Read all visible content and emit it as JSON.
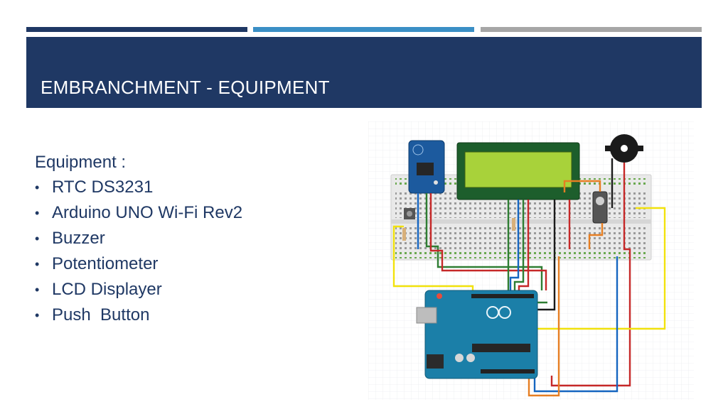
{
  "slide": {
    "title": "EMBRANCHMENT - EQUIPMENT",
    "equipment_heading": "Equipment :",
    "bullet_glyph": "•",
    "equipment_items": [
      "RTC DS3231",
      "Arduino UNO Wi-Fi Rev2",
      "Buzzer",
      "Potentiometer",
      "LCD Displayer",
      "Push  Button"
    ]
  },
  "diagram": {
    "components": [
      "breadboard",
      "rtc-module",
      "lcd-display",
      "buzzer",
      "potentiometer",
      "push-button",
      "resistor",
      "arduino-board",
      "wires"
    ]
  },
  "colors": {
    "navy": "#1f3864",
    "blue_accent": "#3a8fc5",
    "gray_accent": "#a6a6a6",
    "arduino_teal": "#1b7fa8",
    "lcd_green": "#a8d23a"
  }
}
